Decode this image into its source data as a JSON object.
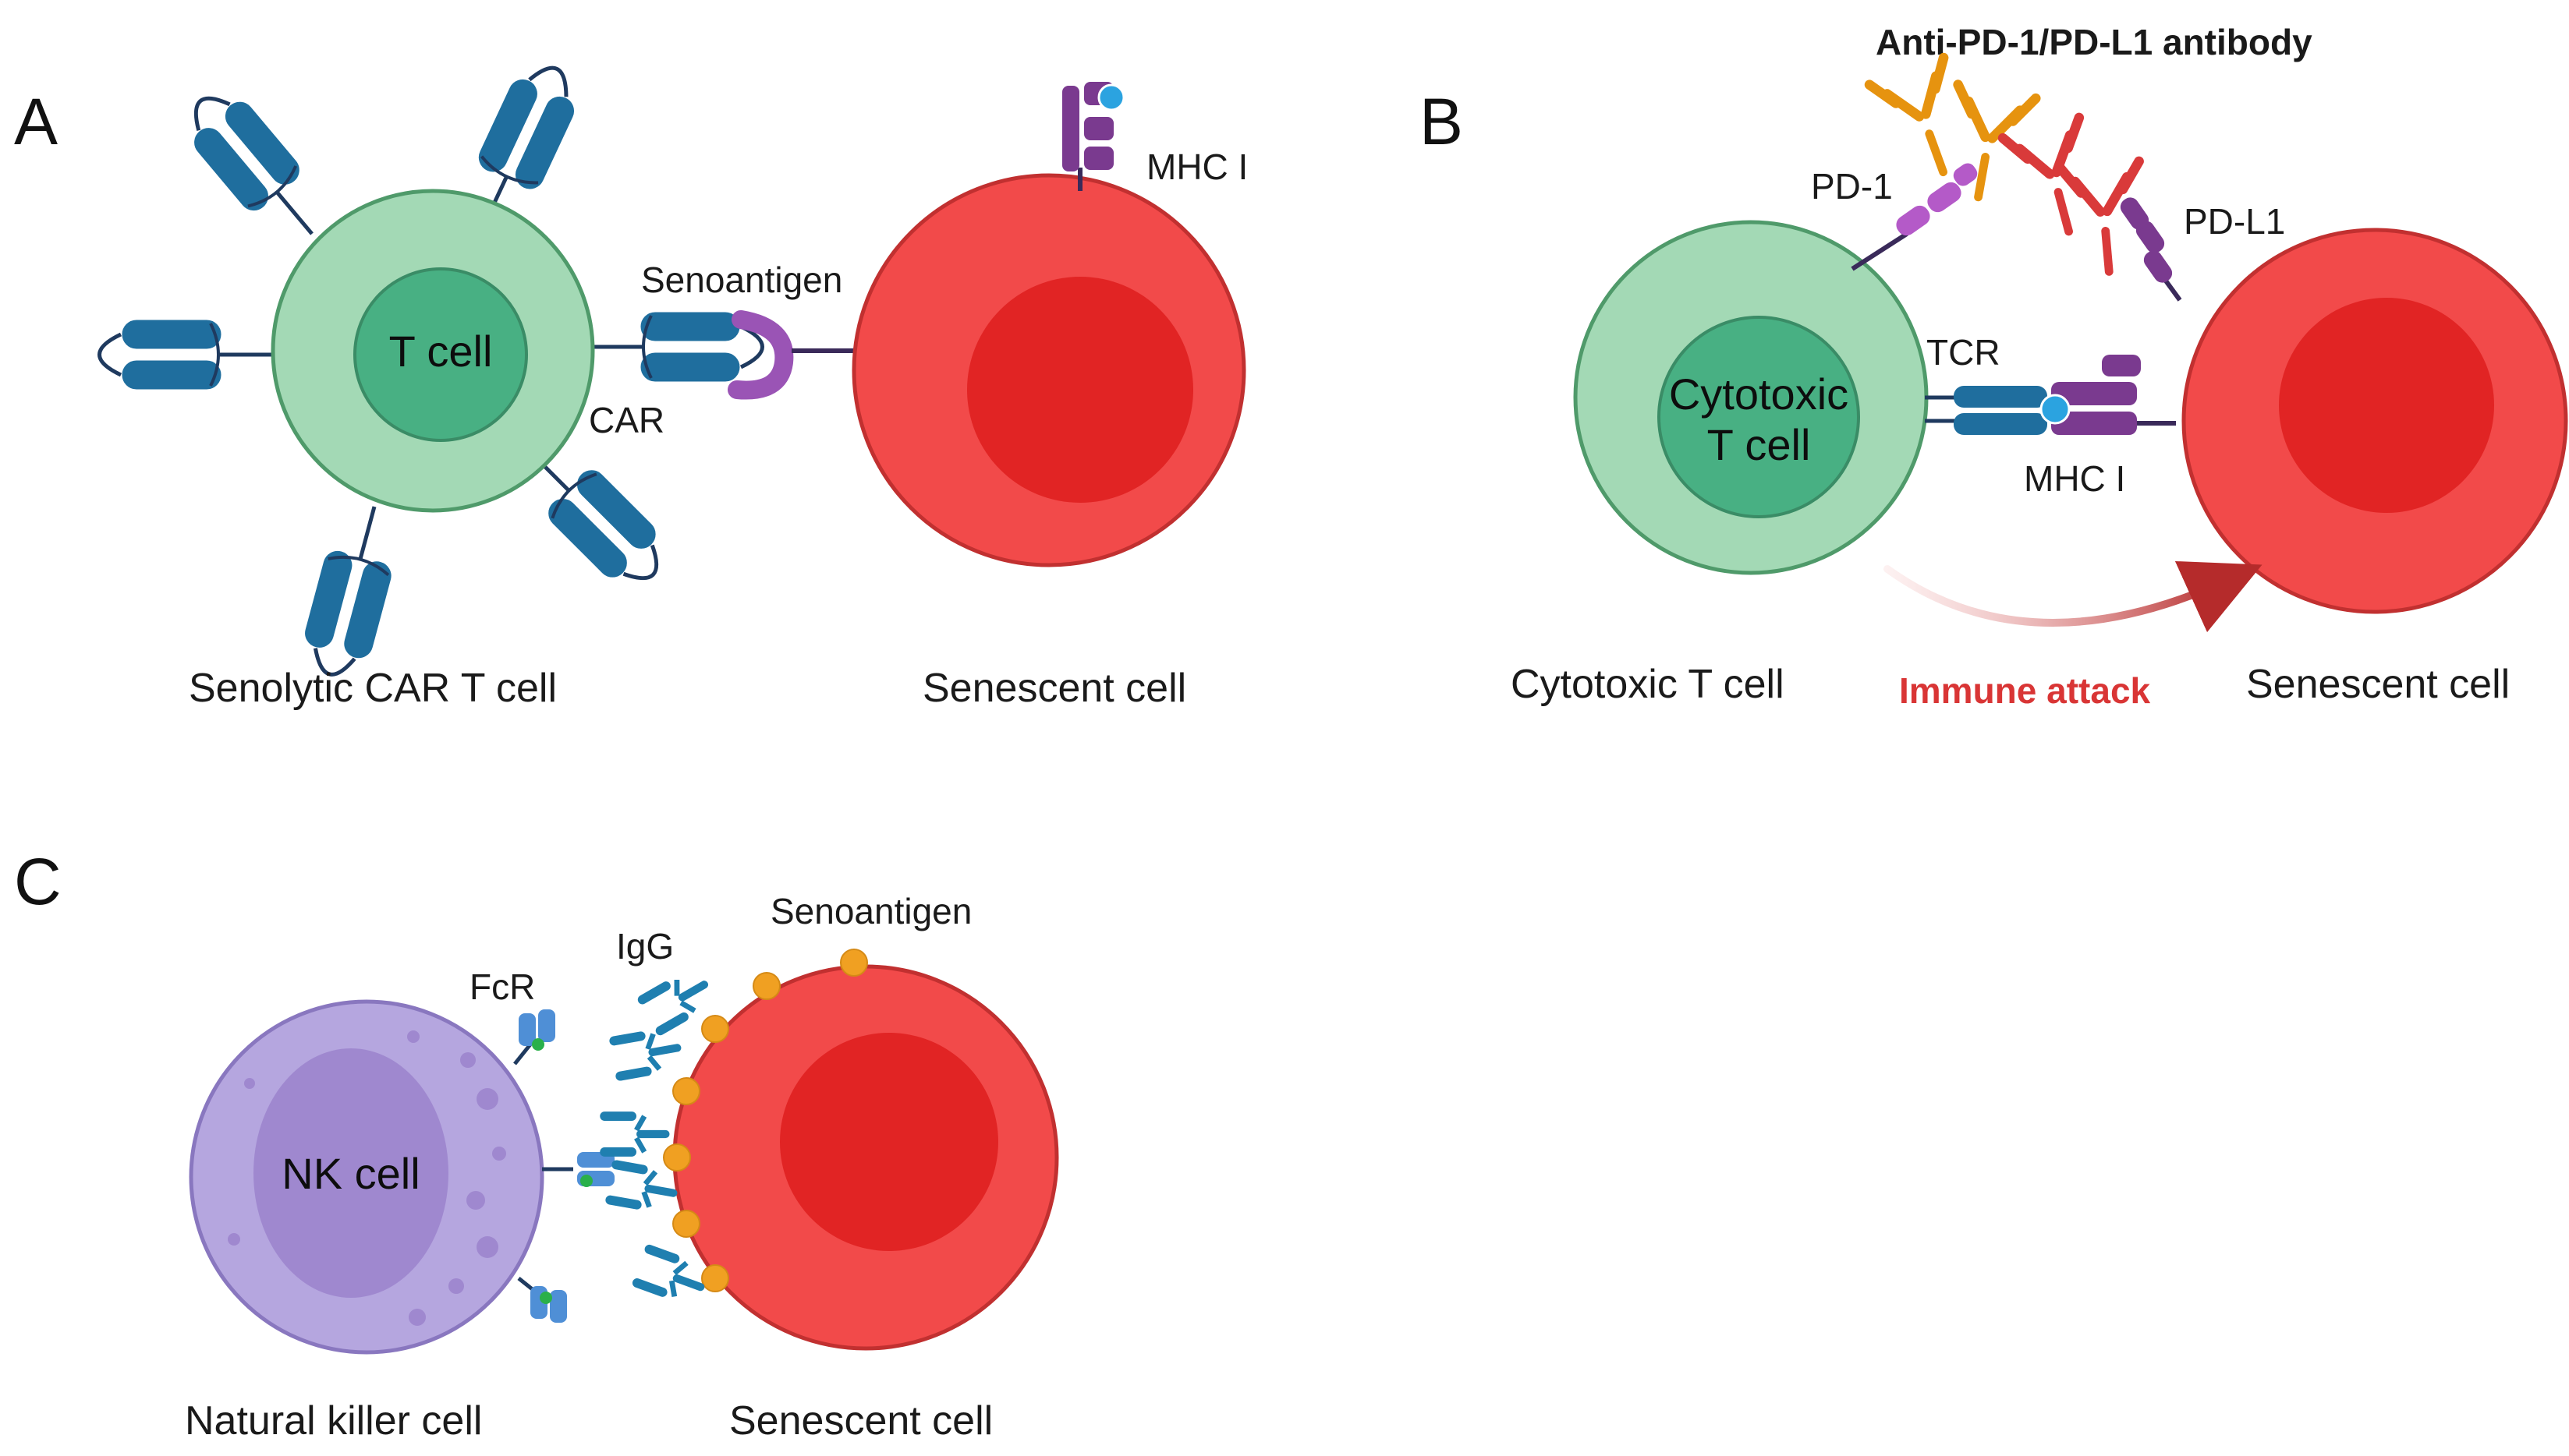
{
  "colors": {
    "t_cell_outer": "#a3d9b5",
    "t_cell_inner": "#48b083",
    "senescent_outer": "#f24a4a",
    "senescent_inner": "#e12424",
    "car_receptor": "#1f6e9e",
    "mhc": "#7a3a8f",
    "senoantigen_purple": "#9a54b5",
    "antibody_orange": "#e6930f",
    "antibody_red": "#d93a3a",
    "nk_outer": "#b5a6df",
    "nk_inner": "#9f88cf",
    "senoantigen_orange": "#f0a022",
    "attack_red": "#d93535"
  },
  "panel_a": {
    "label": "A",
    "t_cell_label": "T cell",
    "car_label": "CAR",
    "senoantigen_label": "Senoantigen",
    "mhc_label": "MHC I",
    "caption_left": "Senolytic CAR T cell",
    "caption_right": "Senescent cell"
  },
  "panel_b": {
    "label": "B",
    "antibody_label": "Anti-PD-1/PD-L1 antibody",
    "pd1_label": "PD-1",
    "pdl1_label": "PD-L1",
    "tcr_label": "TCR",
    "mhc_label": "MHC I",
    "cell_label_line1": "Cytotoxic",
    "cell_label_line2": "T cell",
    "attack_label": "Immune attack",
    "caption_left": "Cytotoxic T  cell",
    "caption_right": "Senescent cell"
  },
  "panel_c": {
    "label": "C",
    "nk_label": "NK cell",
    "fcr_label": "FcR",
    "igg_label": "IgG",
    "senoantigen_label": "Senoantigen",
    "caption_left": "Natural killer cell",
    "caption_right": "Senescent cell"
  }
}
